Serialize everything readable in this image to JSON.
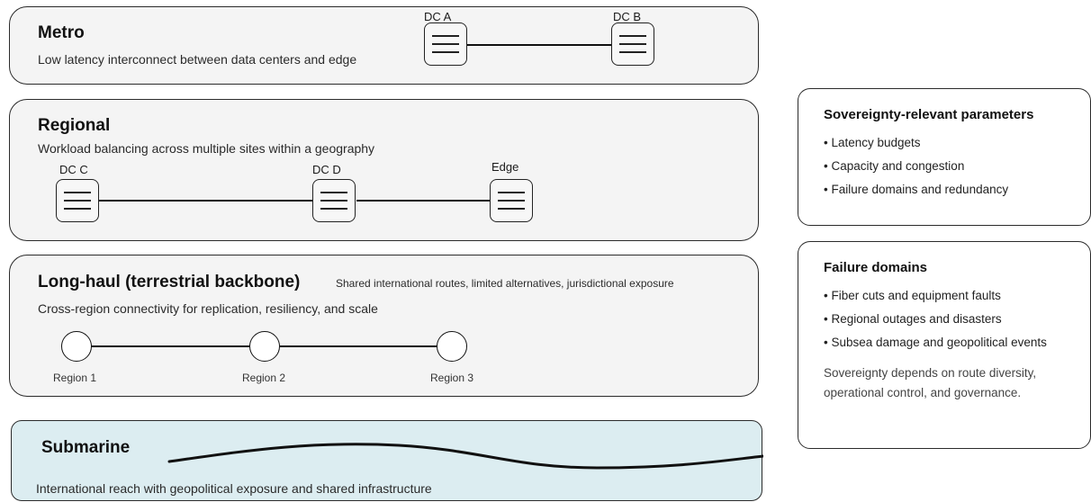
{
  "layers": {
    "metro": {
      "title": "Metro",
      "description": "Low latency interconnect between data centers and edge",
      "nodes": [
        "DC A",
        "DC B"
      ]
    },
    "regional": {
      "title": "Regional",
      "description": "Workload balancing across multiple sites within a geography",
      "nodes": [
        "DC C",
        "DC D",
        "Edge"
      ]
    },
    "long_haul": {
      "title": "Long-haul (terrestrial backbone)",
      "note": "Shared international routes, limited alternatives, jurisdictional exposure",
      "description": "Cross-region connectivity for replication, resiliency, and scale",
      "regions": [
        "Region 1",
        "Region 2",
        "Region 3"
      ]
    },
    "submarine": {
      "title": "Submarine",
      "description": "International reach with geopolitical exposure and shared infrastructure"
    }
  },
  "sovereignty_panel": {
    "title": "Sovereignty-relevant parameters",
    "items": [
      "• Latency budgets",
      "• Capacity and congestion",
      "• Failure domains and redundancy"
    ]
  },
  "failure_panel": {
    "title": "Failure domains",
    "items": [
      "• Fiber cuts and equipment faults",
      "• Regional outages and disasters",
      "• Subsea damage and geopolitical events"
    ],
    "note": "Sovereignty depends on route diversity, operational control, and governance."
  },
  "colors": {
    "layer_fill": "#f4f4f4",
    "submarine_fill": "#dcedf1",
    "outline": "#2b2b2b"
  },
  "icons": {
    "data_center": "server-icon",
    "region": "circle-node-icon",
    "cable": "submarine-cable-icon"
  }
}
